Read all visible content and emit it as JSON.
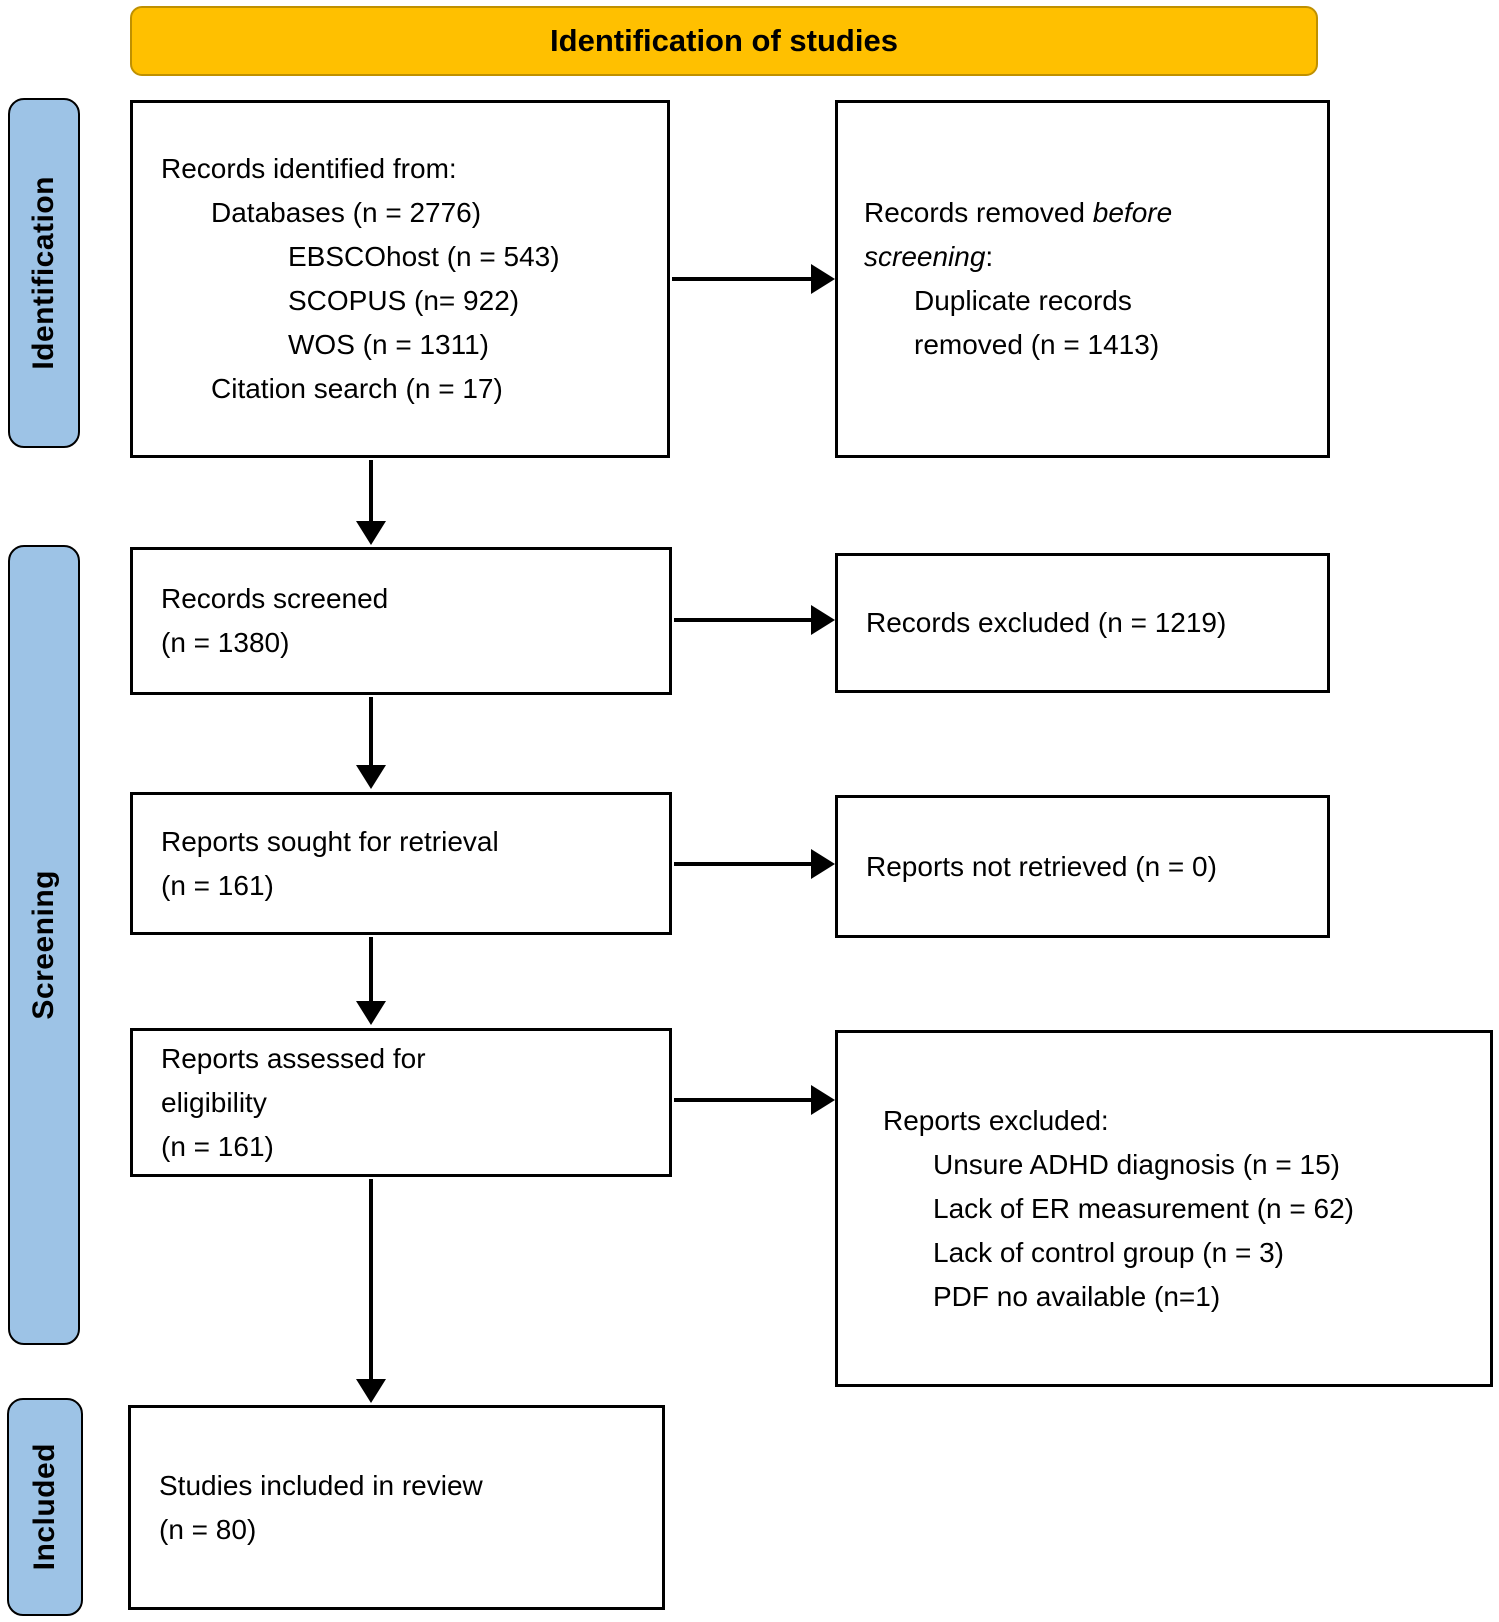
{
  "header": {
    "title": "Identification of studies"
  },
  "stages": {
    "identification": "Identification",
    "screening": "Screening",
    "included": "Included"
  },
  "boxes": {
    "records_identified": {
      "title": "Records identified from:",
      "items": [
        "Databases (n = 2776)",
        "EBSCOhost (n = 543)",
        "SCOPUS (n= 922)",
        "WOS (n = 1311)",
        "Citation search (n = 17)"
      ]
    },
    "records_removed": {
      "line1_normal": "Records removed ",
      "line1_italic": "before",
      "line2_italic": "screening",
      "line2_normal": ":",
      "items": [
        "Duplicate records",
        "removed (n = 1413)"
      ]
    },
    "records_screened": {
      "lines": [
        "Records screened",
        "(n = 1380)"
      ]
    },
    "records_excluded": {
      "text": "Records excluded (n = 1219)"
    },
    "reports_sought": {
      "lines": [
        "Reports sought for retrieval",
        "(n = 161)"
      ]
    },
    "reports_not_retrieved": {
      "text": "Reports not retrieved (n = 0)"
    },
    "reports_assessed": {
      "lines": [
        "Reports assessed for",
        "eligibility",
        "(n = 161)"
      ]
    },
    "reports_excluded": {
      "title": "Reports excluded:",
      "items": [
        "Unsure ADHD diagnosis (n = 15)",
        "Lack of ER measurement (n = 62)",
        "Lack of control group (n = 3)",
        "PDF no available (n=1)"
      ]
    },
    "studies_included": {
      "lines": [
        "Studies included in review",
        "(n = 80)"
      ]
    }
  },
  "colors": {
    "banner_bg": "#FFC000",
    "banner_border": "#BF9000",
    "stage_bg": "#9DC3E6",
    "box_border": "#000000",
    "arrow": "#000000"
  }
}
